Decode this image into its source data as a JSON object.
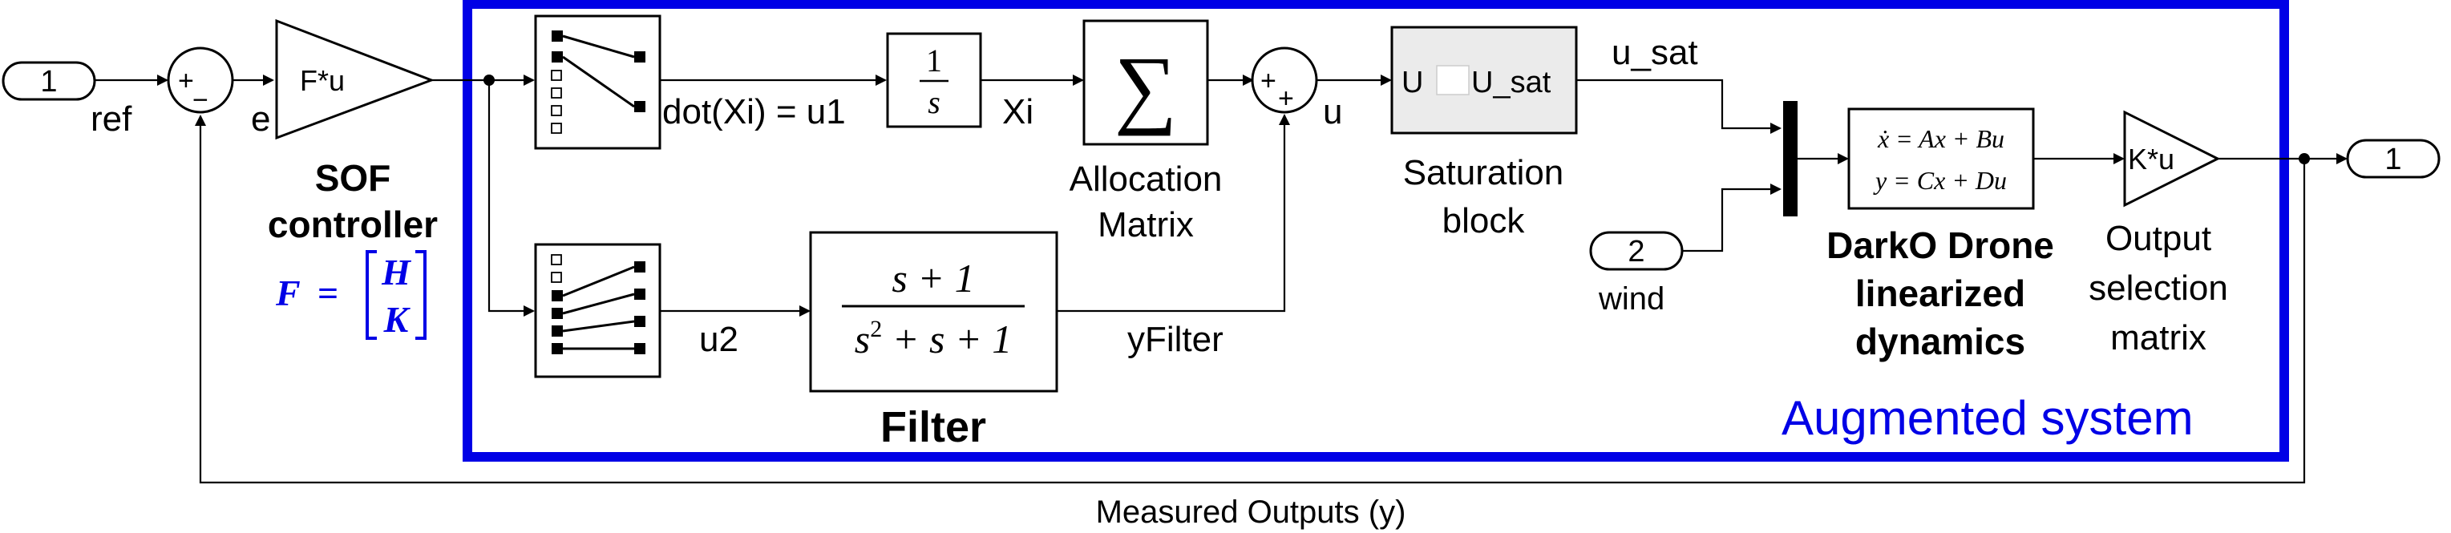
{
  "colors": {
    "accent": "#0000e6",
    "line": "#000000",
    "shade": "#ebebeb"
  },
  "ports": {
    "in1": "1",
    "out1": "1",
    "in2": "2"
  },
  "signals": {
    "ref": "ref",
    "e": "e",
    "dot_xi": "dot(Xi) = u1",
    "xi": "Xi",
    "u": "u",
    "u_sat": "u_sat",
    "u2": "u2",
    "yfilter": "yFilter",
    "wind": "wind",
    "measured": "Measured Outputs (y)"
  },
  "sum1": {
    "plus": "+",
    "minus": "−"
  },
  "sum2": {
    "plus1": "+",
    "plus2": "+"
  },
  "gain_sof": {
    "expr": "F*u",
    "title_line1": "SOF",
    "title_line2": "controller"
  },
  "sof_formula": {
    "lhs": "F",
    "eq": "=",
    "top": "H",
    "bottom": "K"
  },
  "integrator": {
    "num": "1",
    "den": "s"
  },
  "allocation": {
    "symbol": "∑",
    "line1": "Allocation",
    "line2": "Matrix"
  },
  "saturation": {
    "in": "U",
    "out": "U_sat",
    "line1": "Saturation",
    "line2": "block"
  },
  "filter": {
    "num": "s + 1",
    "den_s": "s",
    "den_exp": "2",
    "den_rest": " + s + 1",
    "title": "Filter"
  },
  "statespace": {
    "eq1": "ẋ = Ax + Bu",
    "eq2": "y = Cx + Du"
  },
  "drone": {
    "line1": "DarkO Drone",
    "line2": "linearized",
    "line3": "dynamics"
  },
  "output_gain": {
    "expr": "K*u",
    "line1": "Output",
    "line2": "selection",
    "line3": "matrix"
  },
  "augmented": {
    "label": "Augmented system"
  }
}
